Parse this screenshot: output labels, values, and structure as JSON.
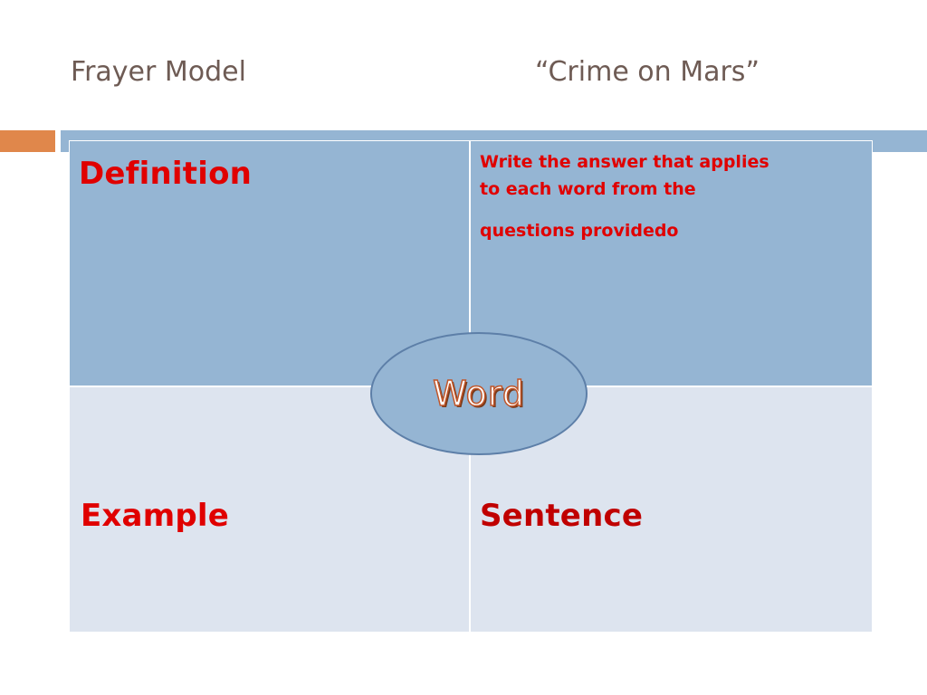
{
  "slide": {
    "title_left": "Frayer Model",
    "title_right": "“Crime on Mars”"
  },
  "frayer": {
    "definition_label": "Definition",
    "instructions": {
      "line1": "Write the answer that applies",
      "line2": "to each word from the",
      "line3": "questions providedo"
    },
    "example_label": "Example",
    "sentence_label": "Sentence",
    "center_label": "Word"
  },
  "colors": {
    "title_text": "#6e5b54",
    "accent_orange": "#e0874b",
    "accent_blue": "#95b5d3",
    "cell_top": "#95b5d3",
    "cell_bottom": "#dde4ef",
    "label_red": "#e00000",
    "sentence_red": "#c00000"
  }
}
